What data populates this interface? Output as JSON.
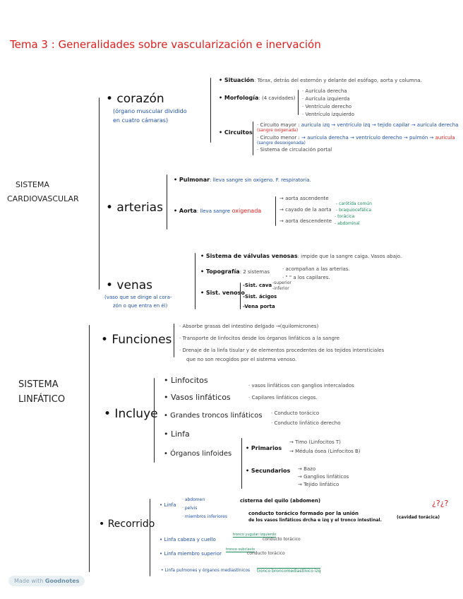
{
  "title": "Tema 3 : Generalidades sobre vascularización e inervación",
  "cardio": {
    "label1": "SISTEMA",
    "label2": "CARDIOVASCULAR",
    "corazon": {
      "head": "• corazón",
      "note1": "(órgano muscular dividido",
      "note2": "en cuatro cámaras)",
      "situacion_k": "• Situación",
      "situacion_v": ": Tórax, detrás del esternón y delante del esófago, aorta y columna.",
      "morf_k": "• Morfología",
      "morf_v": ": (4 cavidades)",
      "cavidades": [
        "· Aurícula derecha",
        "· Aurícula izquierda",
        "· Ventrículo derecho",
        "· Ventrículo izquierdo"
      ],
      "circ_k": "• Circuitos",
      "mayor": "· Circuito mayor :",
      "mayor_v": "aurícula izq → ventrículo izq → tejido capilar → aurícula derecha",
      "mayor_note": "(sangre oxigenada)",
      "menor": "· Circuito menor :",
      "menor_v": "→ aurícula derecha → ventrículo derecho → pulmón →",
      "menor_red": "aurícula",
      "menor_note": "(sangre desoxigenada)",
      "portal": "· Sistema de circulación portal"
    },
    "arterias": {
      "head": "• arterias",
      "pulm_k": "• Pulmonar",
      "pulm_v": ": lleva sangre sin oxígeno. F. respiratoria.",
      "aorta_k": "• Aorta",
      "aorta_v": ": lleva sangre",
      "aorta_red": "oxigenada",
      "ramas": [
        "→ aorta ascendente",
        "→ cayado de la aorta",
        "→ aorta descendente"
      ],
      "cayado": [
        "- carótida común",
        "- braquiocefálica"
      ],
      "desc": [
        "- torácica",
        "- abdominal"
      ]
    },
    "venas": {
      "head": "• venas",
      "note1": "(vaso que se dirige al cora-",
      "note2": "zón o que entra en él)",
      "valv_k": "• Sistema de válvulas venosas",
      "valv_v": ": impide que la sangre caiga. Vasos abajo.",
      "topo_k": "• Topografía",
      "topo_v": ": 2 sistemas",
      "topo_sub": [
        "· acompañan a las arterias.",
        "· \" \" a los capilares."
      ],
      "sist_k": "• Sist. venoso",
      "sist_sub": [
        "-Sist. cava",
        "-Sist. ácigos",
        "-Vena porta"
      ],
      "cava_sub": [
        "-superior",
        "-inferior"
      ]
    }
  },
  "linfa": {
    "label1": "SISTEMA",
    "label2": "LINFÁTICO",
    "funciones": {
      "head": "• Funciones",
      "items": [
        "· Absorbe grasas del intestino delgado →(quilomicrones)",
        "· Transporte de linfocitos desde los órganos linfáticos a la sangre",
        "· Drenaje de la linfa tisular y de elementos procedentes de los tejidos intersticiales",
        "que no son recogidos por el sistema venoso."
      ]
    },
    "incluye": {
      "head": "• Incluye",
      "items": [
        "• Linfocitos",
        "• Vasos linfáticos",
        "• Grandes troncos linfáticos",
        "• Linfa",
        "• Órganos linfoides"
      ],
      "vasos": [
        "· vasos linfáticos con ganglios intercalados",
        "· Capilares linfáticos ciegos."
      ],
      "troncos": [
        "· Conducto torácico",
        "· Conducto linfático derecho"
      ],
      "prim_k": "• Primarios",
      "prim": [
        "→ Timo (Linfocitos T)",
        "→ Médula ósea (Linfocitos B)"
      ],
      "sec_k": "• Secundarios",
      "sec": [
        "→ Bazo",
        "→ Ganglios linfáticos",
        "→ Tejido linfático"
      ]
    },
    "recorrido": {
      "head": "• Recorrido",
      "linfa_k": "• Linfa",
      "linfa_sub": [
        "· abdomen",
        "· pelvis",
        "· miembros inferiores"
      ],
      "r1": "cisterna del quilo (abdomen)",
      "r2a": "conducto torácico formado por la unión",
      "r2b": "de los vasos linfáticos drcha e izq y el tronco intestinal.",
      "r2c": "(cavidad torácica)",
      "q": "¿?¿?",
      "cab_k": "• Linfa cabeza y cuello",
      "cab_arrow": "tronco yugular izquierdo",
      "cab_v": "conducto torácico",
      "ms_k": "• Linfa miembro superior",
      "ms_arrow": "tronco subclavio",
      "ms_v": "conducto torácico",
      "pul_k": "• Linfa pulmones y órganos mediastínicos",
      "pul_arrow": "tronco broncomediastínico izq"
    }
  },
  "footer": {
    "made": "Made with",
    "brand": "Goodnotes"
  }
}
